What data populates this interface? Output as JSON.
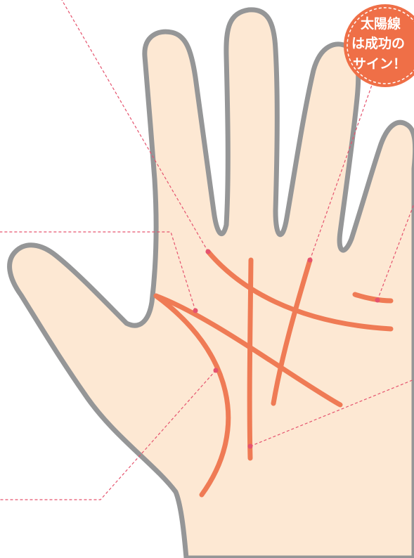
{
  "colors": {
    "palm_fill": "#fde8d3",
    "palm_outline": "#959697",
    "line": "#ef7b55",
    "leader": "#e5536e",
    "badge_fill": "#ef6f47",
    "badge_text": "#ffffff"
  },
  "badge": {
    "lines": [
      "太陽線",
      "は成功の",
      "サイン！"
    ]
  },
  "icons": {
    "hand": "palm-illustration"
  }
}
